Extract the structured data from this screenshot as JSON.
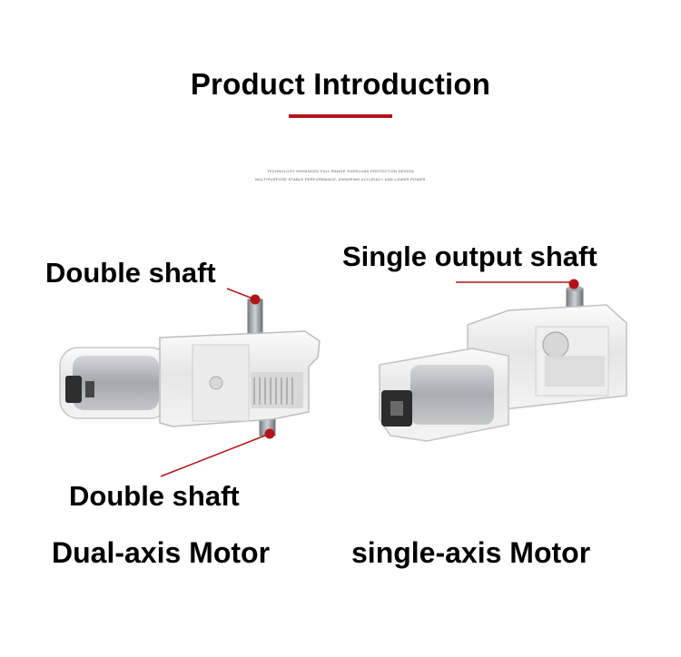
{
  "header": {
    "title": "Product Introduction",
    "tagline_line1": "TECHNOLOGY ENHANCED FULL RANGE OVERLOAD PROTECTION DESIGN",
    "tagline_line2": "MULTIPURPOSE STABLE PERFORMANCE, ENSURING ACCURACY AND LOWER POWER",
    "accent_color": "#b3141c"
  },
  "left_product": {
    "top_callout": "Double shaft",
    "bottom_callout": "Double shaft",
    "caption": "Dual-axis Motor"
  },
  "right_product": {
    "top_callout": "Single output shaft",
    "caption": "single-axis Motor"
  }
}
